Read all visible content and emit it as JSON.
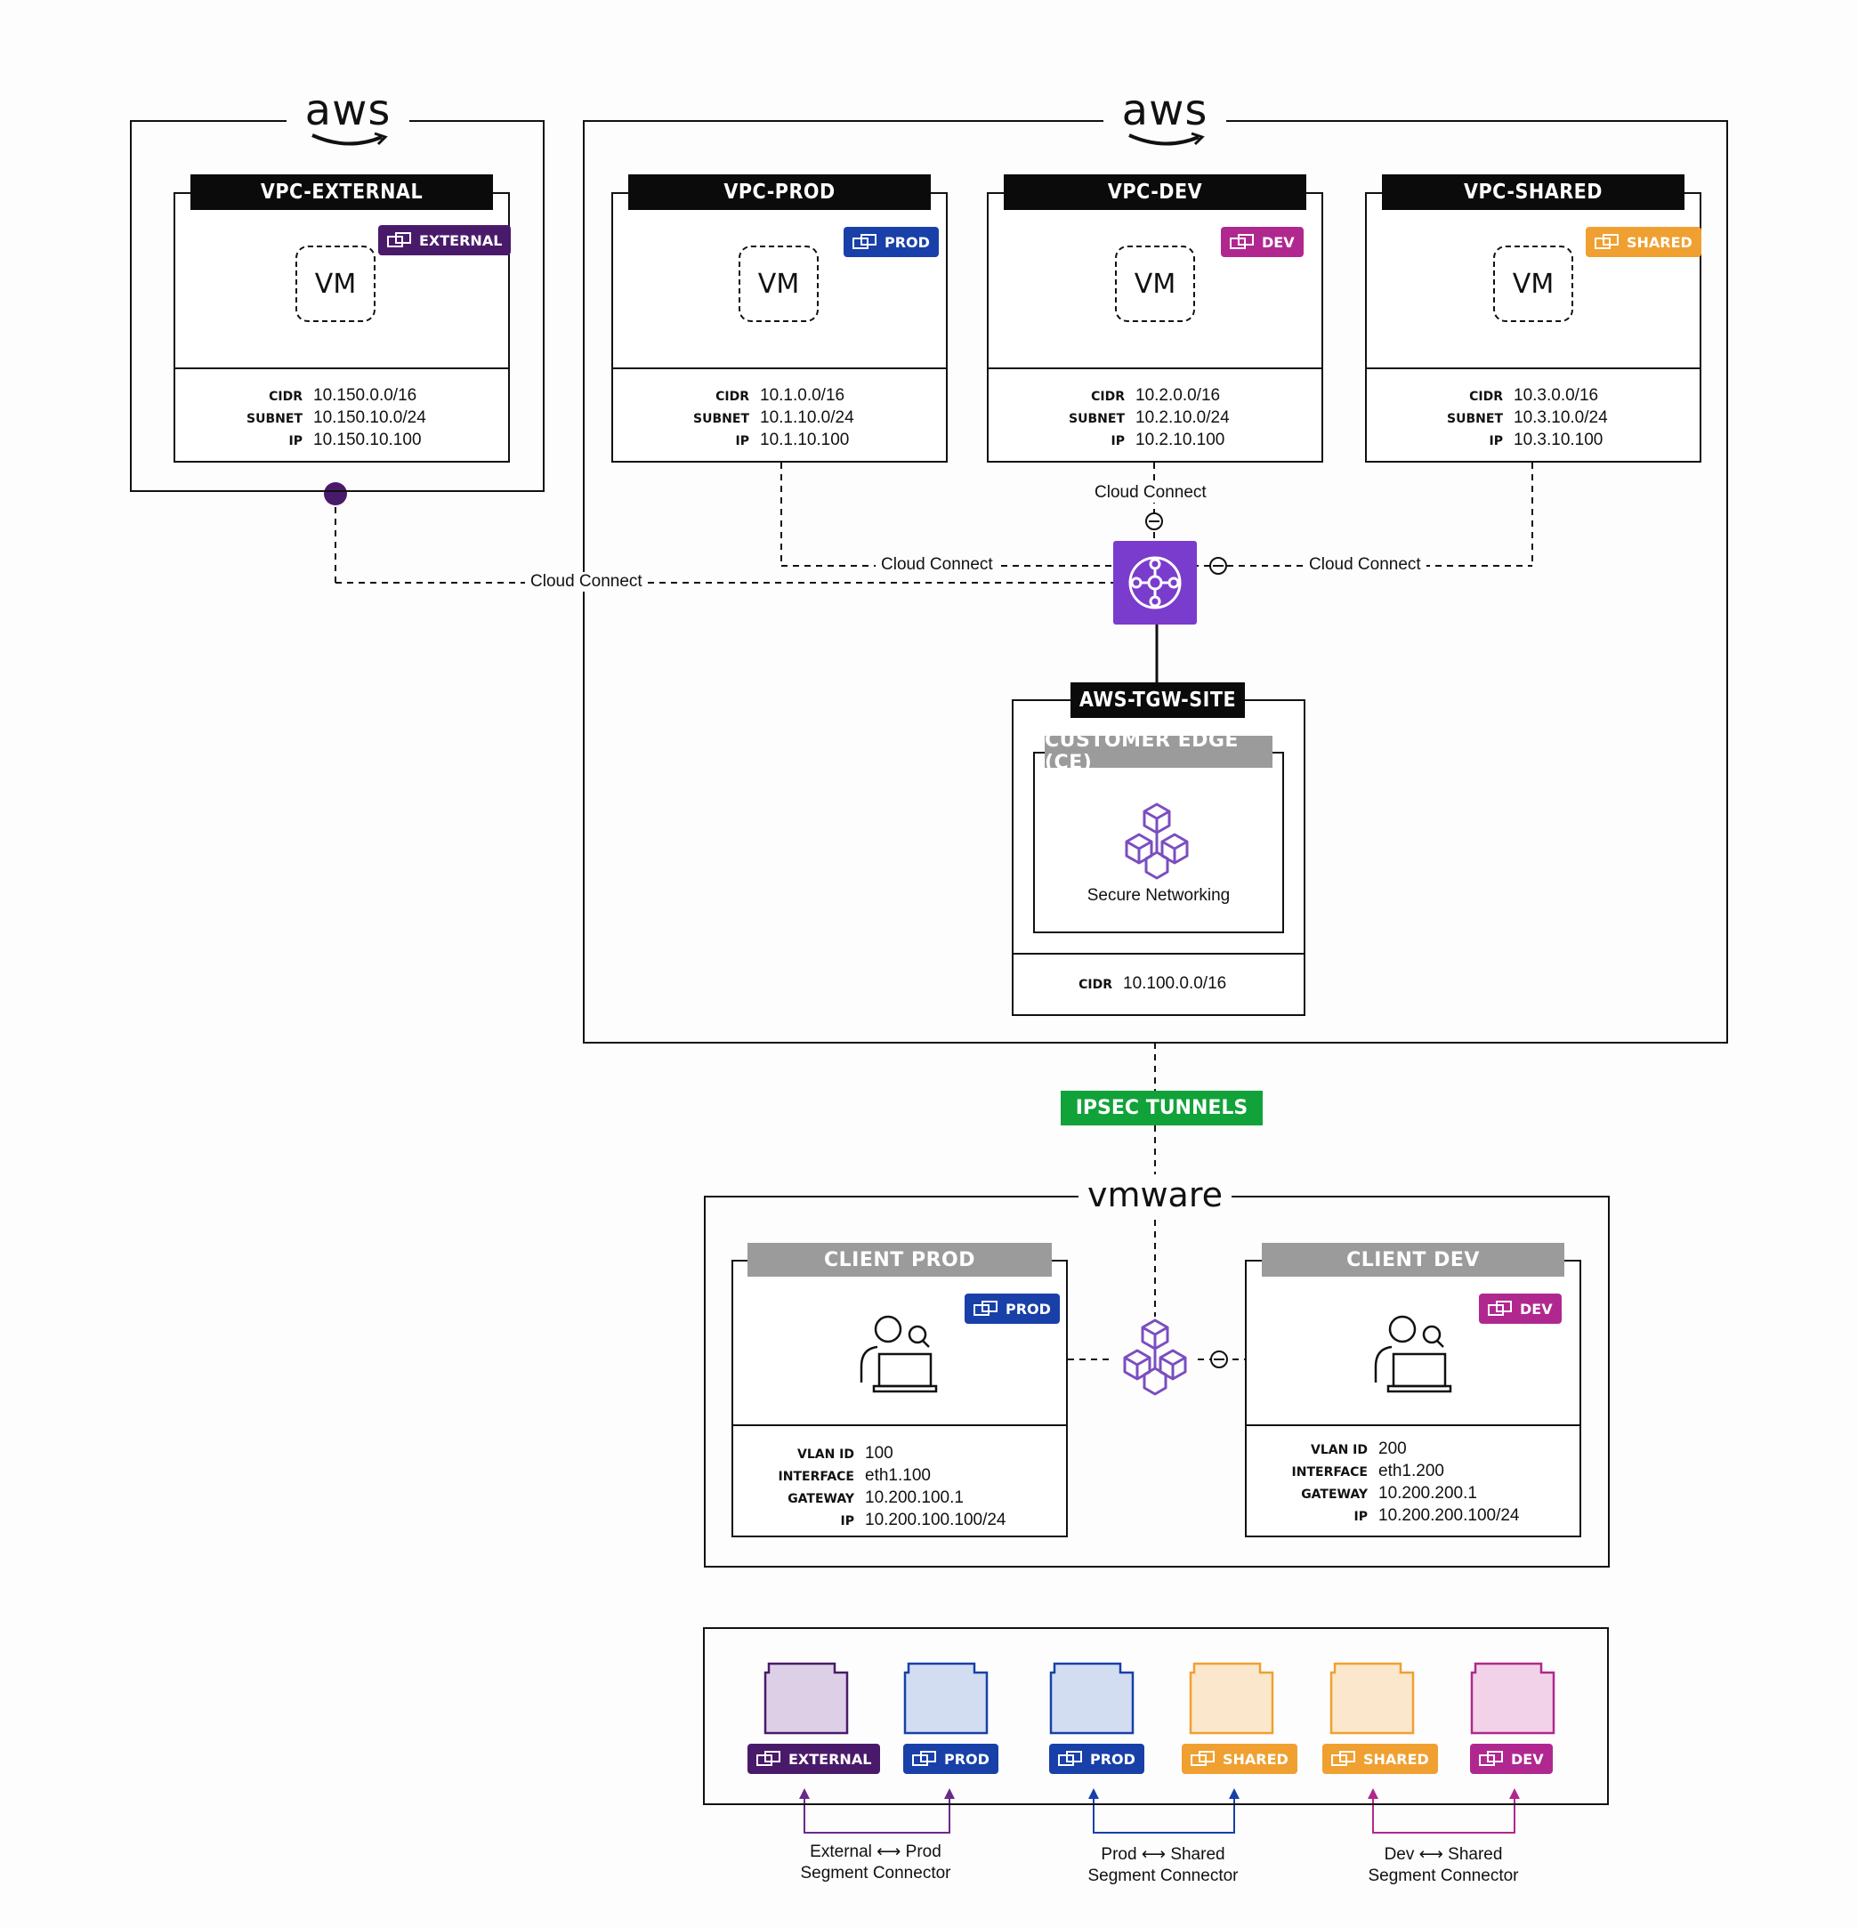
{
  "logos": {
    "aws": "aws",
    "vmware": "vmware"
  },
  "colors": {
    "external": "#4a1a6a",
    "prod": "#1840a8",
    "dev": "#b0288f",
    "shared": "#f0a030",
    "tgw": "#7a3ccc",
    "ipsec": "#11a23a"
  },
  "vpcs": [
    {
      "name": "VPC-EXTERNAL",
      "badge": "EXTERNAL",
      "vm": "VM",
      "cidr": "10.150.0.0/16",
      "subnet": "10.150.10.0/24",
      "ip": "10.150.10.100"
    },
    {
      "name": "VPC-PROD",
      "badge": "PROD",
      "vm": "VM",
      "cidr": "10.1.0.0/16",
      "subnet": "10.1.10.0/24",
      "ip": "10.1.10.100"
    },
    {
      "name": "VPC-DEV",
      "badge": "DEV",
      "vm": "VM",
      "cidr": "10.2.0.0/16",
      "subnet": "10.2.10.0/24",
      "ip": "10.2.10.100"
    },
    {
      "name": "VPC-SHARED",
      "badge": "SHARED",
      "vm": "VM",
      "cidr": "10.3.0.0/16",
      "subnet": "10.3.10.0/24",
      "ip": "10.3.10.100"
    }
  ],
  "keys": {
    "cidr": "CIDR",
    "subnet": "SUBNET",
    "ip": "IP",
    "vlan": "VLAN ID",
    "interface": "INTERFACE",
    "gateway": "GATEWAY"
  },
  "connections": {
    "cloud_connect": "Cloud Connect"
  },
  "tgw_site": {
    "name": "AWS-TGW-SITE",
    "ce_label": "CUSTOMER EDGE (CE)",
    "service": "Secure Networking",
    "cidr": "10.100.0.0/16"
  },
  "ipsec": "IPSEC TUNNELS",
  "clients": [
    {
      "name": "CLIENT PROD",
      "badge": "PROD",
      "vlan": "100",
      "interface": "eth1.100",
      "gateway": "10.200.100.1",
      "ip": "10.200.100.100/24"
    },
    {
      "name": "CLIENT DEV",
      "badge": "DEV",
      "vlan": "200",
      "interface": "eth1.200",
      "gateway": "10.200.200.1",
      "ip": "10.200.200.100/24"
    }
  ],
  "segments": [
    "EXTERNAL",
    "PROD",
    "PROD",
    "SHARED",
    "SHARED",
    "DEV"
  ],
  "connectors": [
    {
      "line1": "External ⟷ Prod",
      "line2": "Segment Connector"
    },
    {
      "line1": "Prod ⟷ Shared",
      "line2": "Segment Connector"
    },
    {
      "line1": "Dev ⟷ Shared",
      "line2": "Segment Connector"
    }
  ]
}
